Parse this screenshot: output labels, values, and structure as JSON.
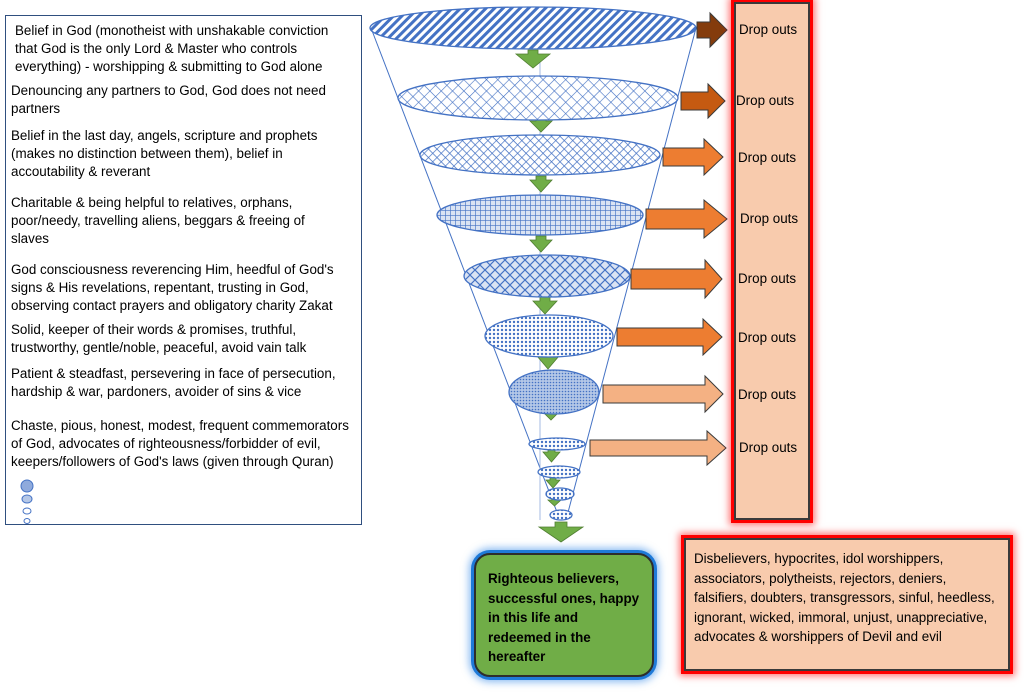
{
  "qualities": [
    "Belief in God (monotheist with unshakable conviction that God is the only Lord & Master who controls everything) - worshipping & submitting to God alone",
    "Denouncing any partners to God, God does not need partners",
    "Belief in the last day, angels, scripture and prophets (makes no distinction between them), belief in accoutability & reverant",
    "Charitable & being helpful to relatives, orphans, poor/needy, travelling aliens, beggars & freeing of slaves",
    "God consciousness reverencing Him, heedful of God's signs & His revelations, repentant, trusting in God, observing contact prayers and obligatory charity Zakat",
    "Solid, keeper of their words & promises, truthful, trustworthy,  gentle/noble, peaceful, avoid vain talk",
    "Patient & steadfast, persevering in face of persecution, hardship & war, pardoners, avoider of sins & vice",
    "Chaste, pious, honest, modest, frequent commemorators of God, advocates of righteousness/forbidder of evil, keepers/followers of God's laws (given through Quran)"
  ],
  "dropouts": [
    "Drop outs",
    "Drop outs",
    "Drop outs",
    "Drop outs",
    "Drop outs",
    "Drop outs",
    "Drop outs",
    "Drop outs"
  ],
  "result_good": "Righteous believers, successful ones, happy in this life and redeemed in the hereafter",
  "result_bad": "Disbelievers, hypocrites, idol worshippers, associators, polytheists, rejectors, deniers, falsifiers, doubters, transgressors, sinful, heedless, ignorant, wicked, immoral, unjust, unappreciative, advocates & worshippers of Devil and evil",
  "colors": {
    "funnel_stroke": "#4472c4",
    "down_arrow": "#70ad47",
    "arrow_dark": "#843c0c",
    "arrow_mid": "#c55a11",
    "arrow_orange": "#ed7d31",
    "arrow_light": "#f4b183",
    "dropout_fill": "#f8cbad",
    "good_fill": "#70ad47"
  }
}
